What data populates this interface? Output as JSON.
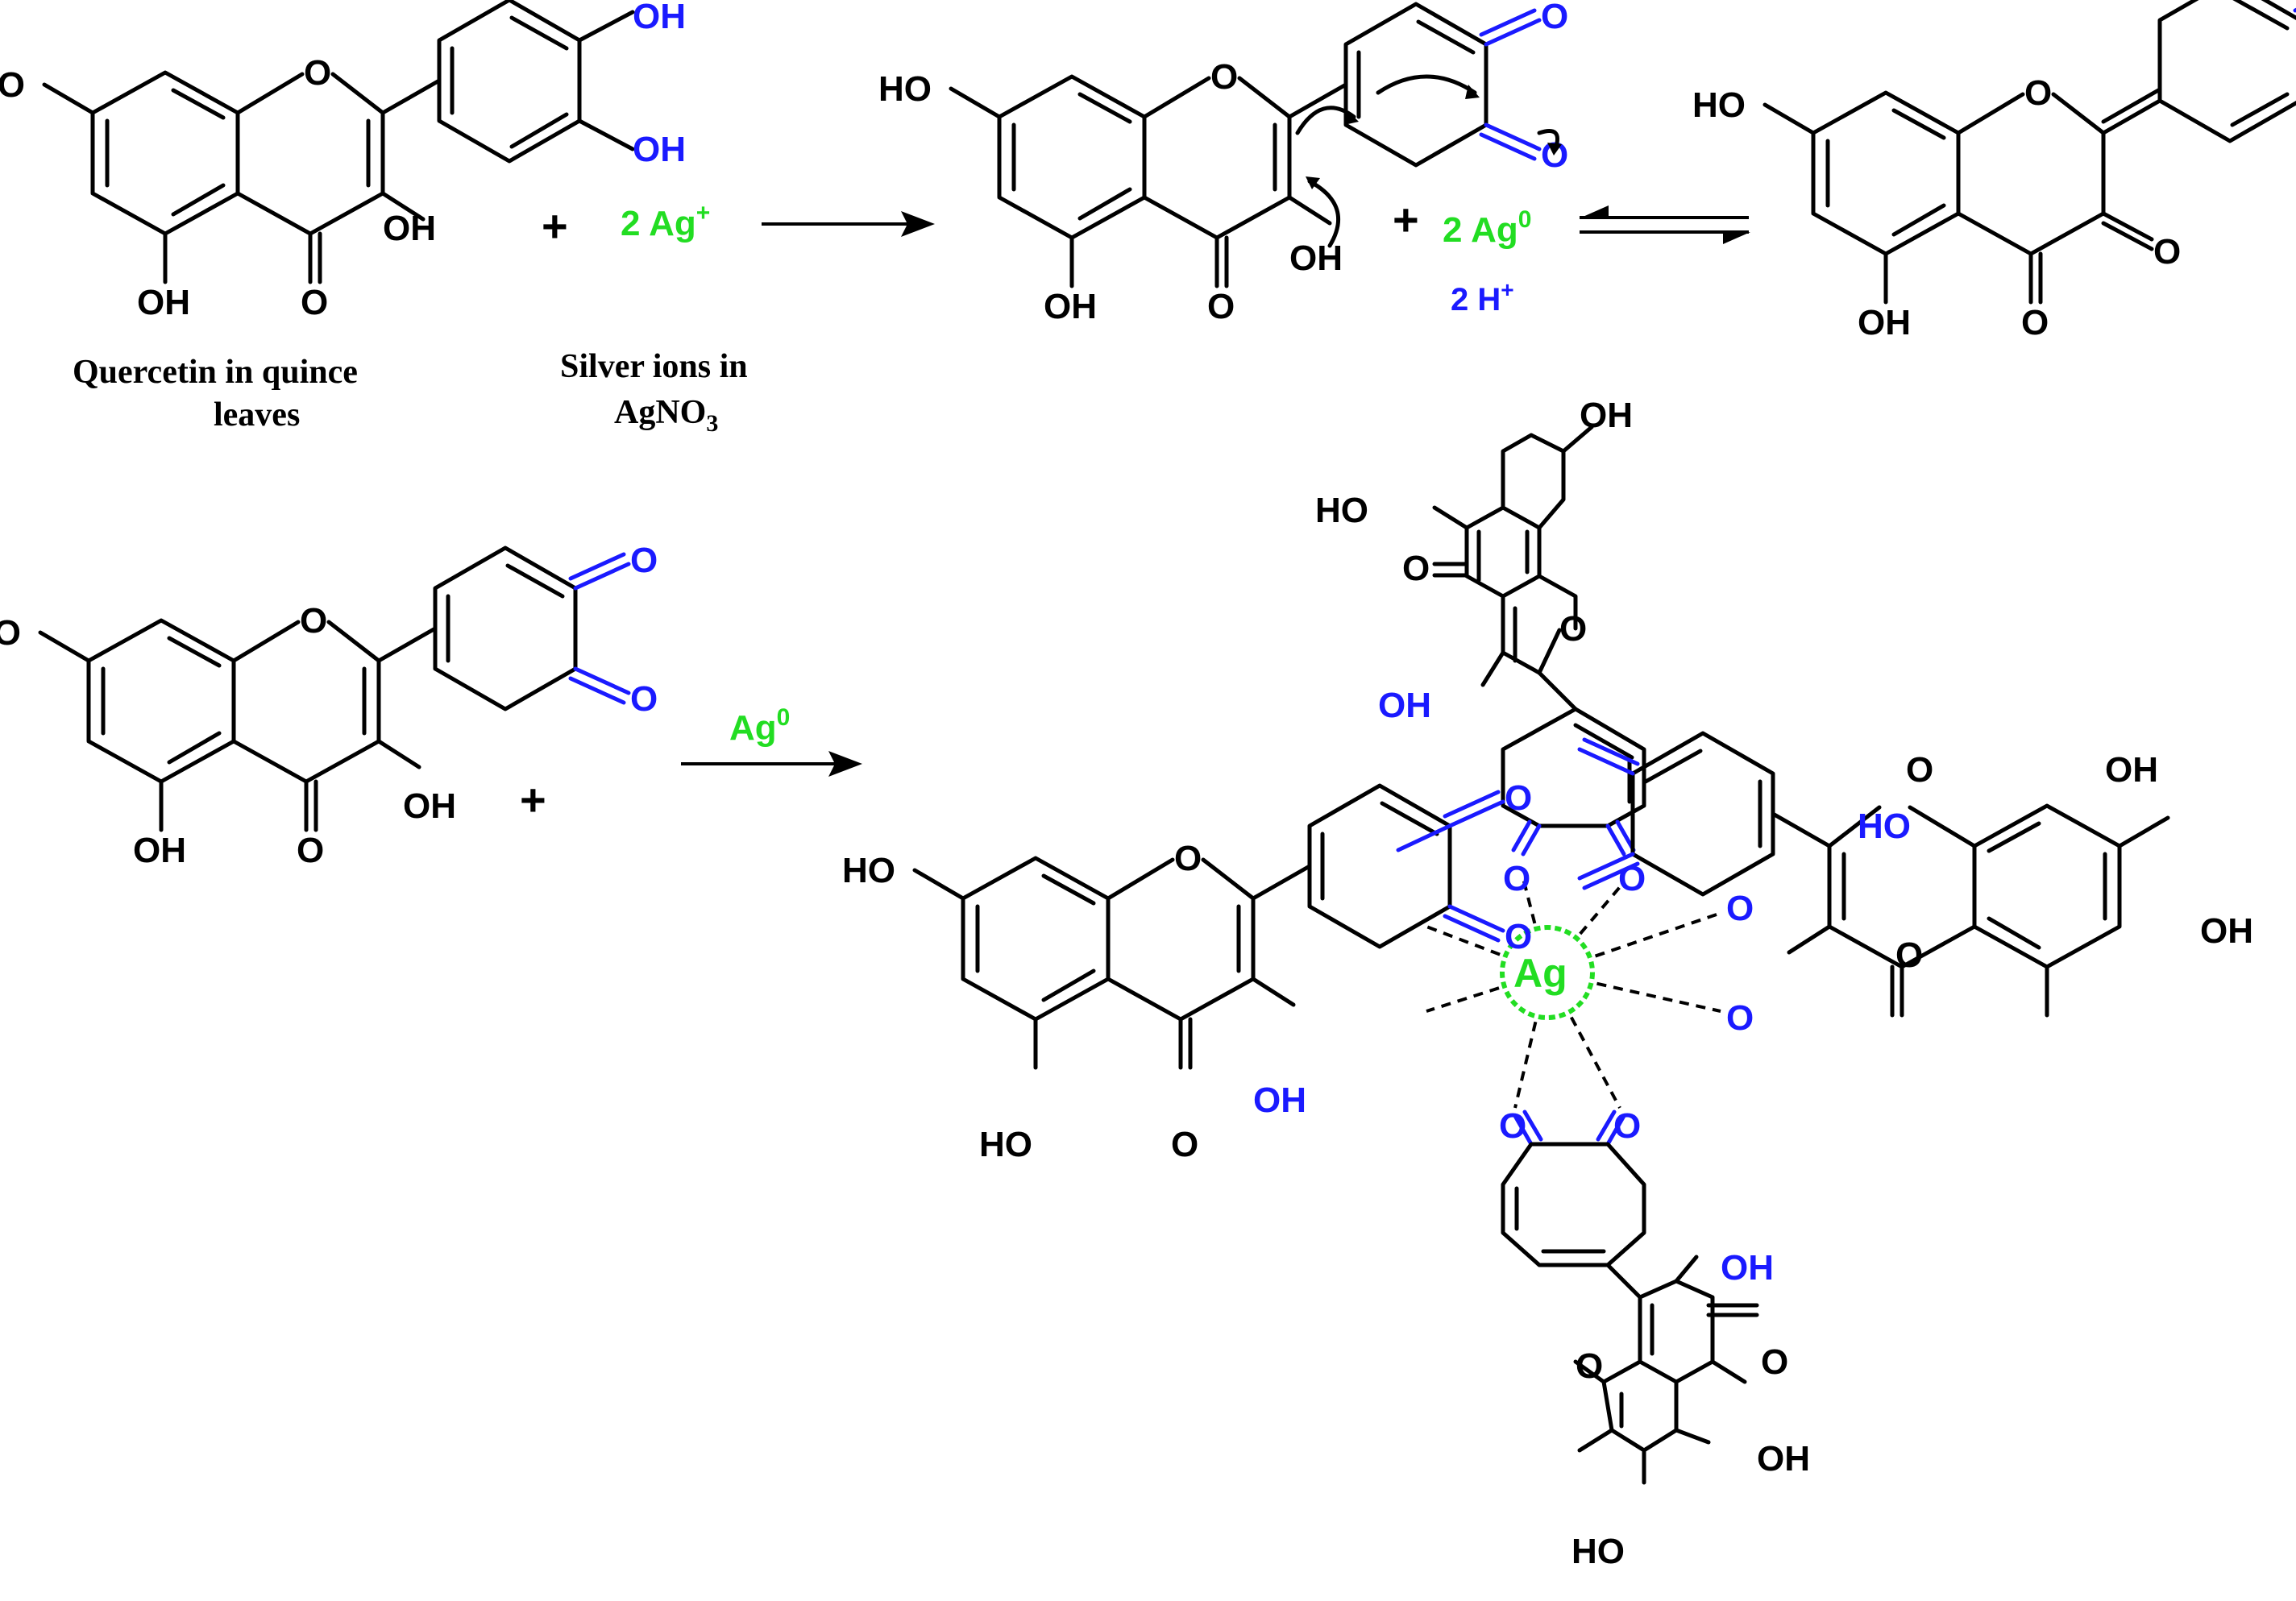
{
  "labels": {
    "ho": "HO",
    "oh": "OH",
    "o": "O",
    "plus": "+",
    "caption_quercetin_line1": "Quercetin in quince",
    "caption_quercetin_line2": "leaves",
    "caption_silver_line1": "Silver ions in",
    "caption_silver_line2": "AgNO",
    "caption_silver_sub": "3",
    "ag_plus": "2 Ag",
    "ag_plus_sup": "+",
    "ag0_two": "2 Ag",
    "ag0_sup": "0",
    "two_h_plus": "2 H",
    "two_h_plus_sup": "+",
    "ag0_reagent": "Ag",
    "ag0_reagent_sup": "0",
    "ag_center": "Ag"
  },
  "colors": {
    "black": "#000000",
    "blue": "#1a1aff",
    "green": "#22dd22"
  }
}
